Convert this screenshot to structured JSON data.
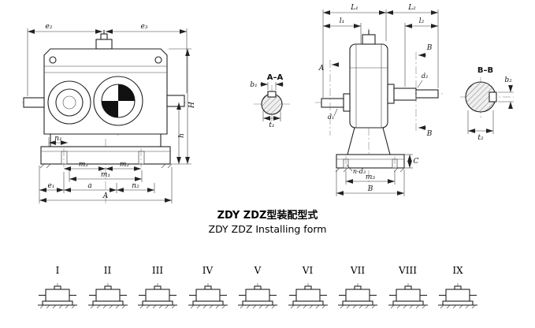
{
  "title": {
    "line1": "ZDY ZDZ型装配型式",
    "line2": "ZDY ZDZ Installing form"
  },
  "front": {
    "e2": "e₂",
    "e3": "e₃",
    "H": "H",
    "h": "h",
    "n1": "n₁",
    "m2_left": "m₂",
    "m2_right": "m₂",
    "m1": "m₁",
    "e1": "e₁",
    "a": "a",
    "n2": "n₂",
    "A": "A"
  },
  "sectionAA": {
    "title": "A–A",
    "b1": "b₁",
    "t1": "t₁"
  },
  "side": {
    "L1": "L₁",
    "L2": "L₂",
    "l1": "l₁",
    "l2": "l₂",
    "B_top": "B",
    "A": "A",
    "d1": "d₁",
    "d2": "d₂",
    "B_right": "B",
    "C": "C",
    "n_d3": "n-d₃",
    "m3": "m₃",
    "B_bottom": "B"
  },
  "sectionBB": {
    "title": "B–B",
    "b2": "b₂",
    "t2": "t₂"
  },
  "forms": {
    "labels": [
      "I",
      "II",
      "III",
      "IV",
      "V",
      "VI",
      "VII",
      "VIII",
      "IX"
    ]
  },
  "colors": {
    "ink": "#222222",
    "background": "#ffffff"
  }
}
